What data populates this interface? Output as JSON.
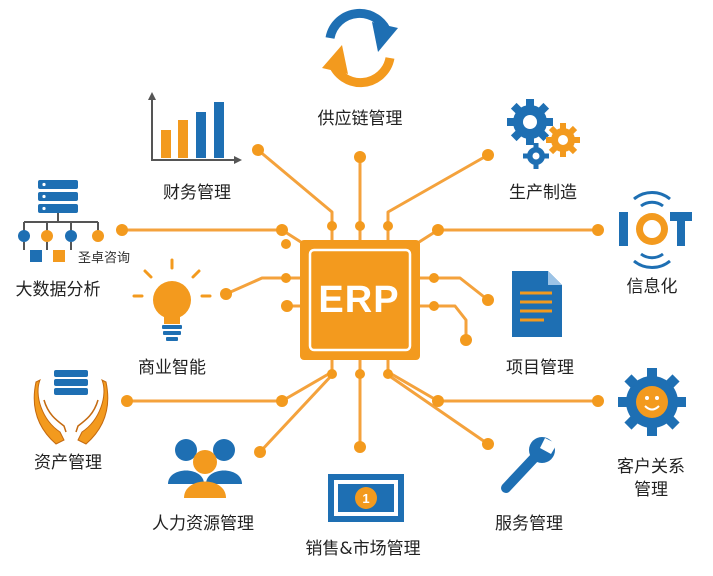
{
  "center": {
    "label": "ERP"
  },
  "modules": {
    "supply_chain": "供应链管理",
    "finance": "财务管理",
    "manufacturing": "生产制造",
    "big_data": "大数据分析",
    "iot": "信息化",
    "bi": "商业智能",
    "project": "项目管理",
    "assets": "资产管理",
    "crm_line1": "客户关系",
    "crm_line2": "管理",
    "hr": "人力资源管理",
    "service": "服务管理",
    "sales": "销售&市场管理"
  },
  "watermark": "圣卓咨询",
  "icons": {
    "iot_text": "IOT",
    "money_value": "1"
  },
  "colors": {
    "orange": "#f39a1e",
    "blue": "#1e6fb3",
    "dark_blue": "#1a5a94",
    "line": "#f4a23c"
  }
}
